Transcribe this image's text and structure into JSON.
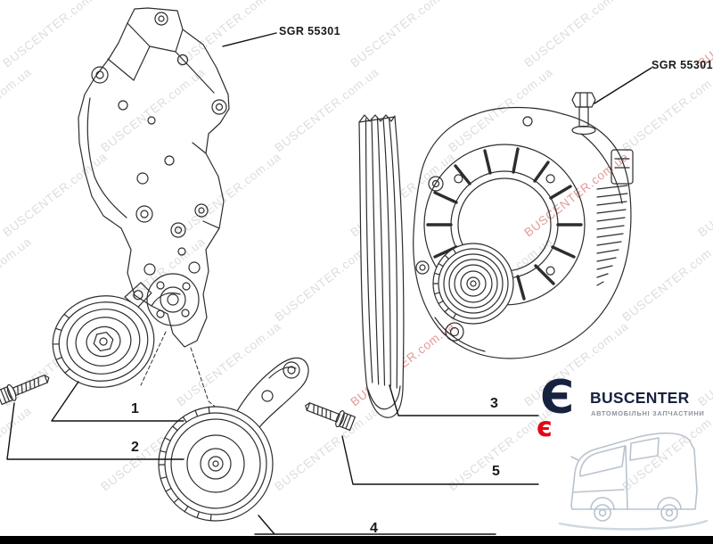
{
  "colors": {
    "background": "#ffffff",
    "ink": "#2d2d2d",
    "callout": "#111111",
    "watermark_gray": "#c6c6c6",
    "watermark_red": "#d05050",
    "brand_navy": "#17223f",
    "brand_red": "#e30613",
    "tagline_gray": "#8d939b",
    "van_gray": "#b9c3cd",
    "footer_black": "#000000"
  },
  "watermark": {
    "text": "BUSCENTER.com.ua"
  },
  "annotations": {
    "sgr_left": "SGR 55301",
    "sgr_right": "SGR 55301"
  },
  "callouts": {
    "tensioner_pulley": "1",
    "tensioner_bolt": "2",
    "ribbed_belt": "3",
    "idler_pulley_bracket": "4",
    "idler_bolt": "5"
  },
  "logo": {
    "mark_large": "Є",
    "mark_small": "є",
    "brand": "BUSCENTER",
    "tagline": "АВТОМОБІЛЬНІ ЗАПЧАСТИНИ"
  },
  "components": {
    "mount_bracket": "engine mount bracket",
    "alternator": "alternator",
    "ribbed_belt": "poly-v ribbed belt",
    "tensioner_pulley": "belt tensioner pulley",
    "tensioner_bolt": "tensioner mounting bolt",
    "idler_pulley_bracket": "idler pulley with bracket",
    "idler_bolt": "idler mounting bolt",
    "van": "van illustration"
  }
}
